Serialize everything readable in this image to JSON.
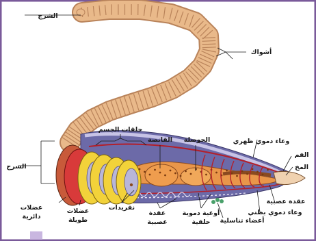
{
  "colors": {
    "frame": "#7a5a9a",
    "skin": "#e9b98a",
    "ring": "#b9835a",
    "clitellum": "#c85a3a",
    "circular_muscle": "#d83a3a",
    "longitudinal_muscle": "#f2d23a",
    "inner": "#7a78b0",
    "gut": "#e9964a",
    "egg": "#49a06a"
  },
  "labels": {
    "tail": "الشرج",
    "setae": "أشواك",
    "body_rings": "حلقات الجسم",
    "clitellum": "السرج",
    "gizzard": "القانصة",
    "crop": "الحوصلة",
    "dorsal_vessel": "وعاء دموي ظهري",
    "mouth": "الفم",
    "brain": "المخ",
    "nerve_ganglion": "عقدة عصبية",
    "ventral_vessel": "وعاء دموي بطني",
    "circular_muscles": "عضلات\nدائرية",
    "longitudinal_muscles": "عضلات\nطويلة",
    "nephridia": "نفريدات",
    "nerve_ganglia": "عقدة\nعصبية",
    "ring_vessels": "أوعية دموية\nحلقية",
    "reproductive_organs": "أعضاء تناسلية"
  }
}
